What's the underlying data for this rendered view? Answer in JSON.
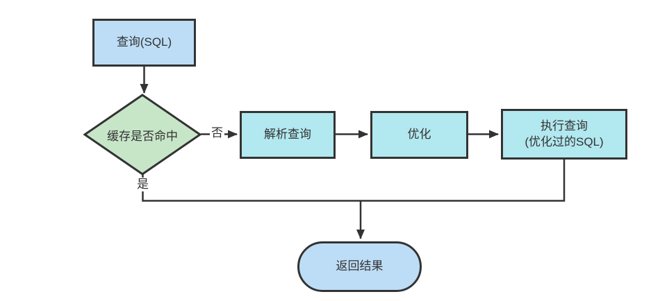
{
  "diagram": {
    "type": "flowchart",
    "nodes": {
      "query": {
        "label": "查询(SQL)",
        "shape": "rectangle",
        "fill": "#BDDDF6"
      },
      "cache_check": {
        "label": "缓存是否命中",
        "shape": "decision",
        "fill": "#C7E6C8"
      },
      "parse": {
        "label": "解析查询",
        "shape": "rectangle",
        "fill": "#B2E8EF"
      },
      "optimize": {
        "label": "优化",
        "shape": "rectangle",
        "fill": "#B2E8EF"
      },
      "execute": {
        "label": "执行查询\n(优化过的SQL)",
        "shape": "rectangle",
        "fill": "#B2E8EF"
      },
      "result": {
        "label": "返回结果",
        "shape": "terminator",
        "fill": "#BDDDF6"
      }
    },
    "edge_labels": {
      "no": "否",
      "yes": "是"
    },
    "edges": [
      {
        "from": "查询(SQL)",
        "to": "缓存是否命中",
        "label": ""
      },
      {
        "from": "缓存是否命中",
        "to": "解析查询",
        "label": "否"
      },
      {
        "from": "解析查询",
        "to": "优化",
        "label": ""
      },
      {
        "from": "优化",
        "to": "执行查询(优化过的SQL)",
        "label": ""
      },
      {
        "from": "缓存是否命中",
        "to": "返回结果",
        "label": "是"
      },
      {
        "from": "执行查询(优化过的SQL)",
        "to": "返回结果",
        "label": ""
      }
    ],
    "colors": {
      "box_blue": "#BDDDF6",
      "box_green": "#C7E6C8",
      "box_cyan": "#B2E8EF",
      "border": "#333333",
      "line": "#333333",
      "text": "#333333",
      "background": "#FFFFFF"
    }
  }
}
